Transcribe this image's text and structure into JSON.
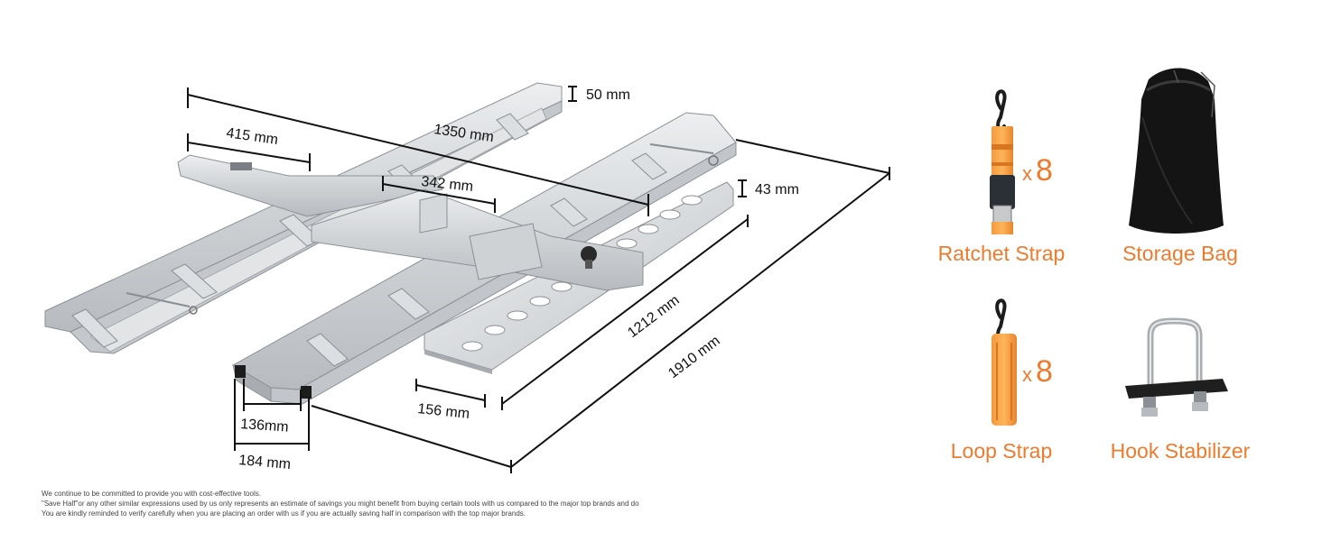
{
  "dimensions": {
    "d415": "415 mm",
    "d1350": "1350 mm",
    "d50": "50 mm",
    "d342": "342 mm",
    "d43": "43 mm",
    "d1212": "1212 mm",
    "d1910": "1910 mm",
    "d156": "156 mm",
    "d136": "136mm",
    "d184": "184 mm"
  },
  "accessories": [
    {
      "label": "Ratchet Strap",
      "quantity_prefix": "x",
      "quantity": "8",
      "icon": "ratchet-strap-icon"
    },
    {
      "label": "Storage Bag",
      "icon": "storage-bag-icon"
    },
    {
      "label": "Loop Strap",
      "quantity_prefix": "x",
      "quantity": "8",
      "icon": "loop-strap-icon"
    },
    {
      "label": "Hook Stabilizer",
      "icon": "hook-stabilizer-icon"
    }
  ],
  "colors": {
    "accent": "#ee7a2c",
    "aluminum": "#d4d6d8",
    "aluminum_edge": "#8c9095",
    "dark": "#1c1c1c"
  },
  "disclaimer": [
    "We continue to be committed to provide you with cost-effective tools.",
    "\"Save Half\"or any other similar expressions used by us only represents an estimate of savings you might benefit from buying certain tools with us compared to the major top brands and do",
    "You are kindly reminded to verify carefully when you are placing an order with us if you are actually saving half in comparison with the top major brands."
  ]
}
